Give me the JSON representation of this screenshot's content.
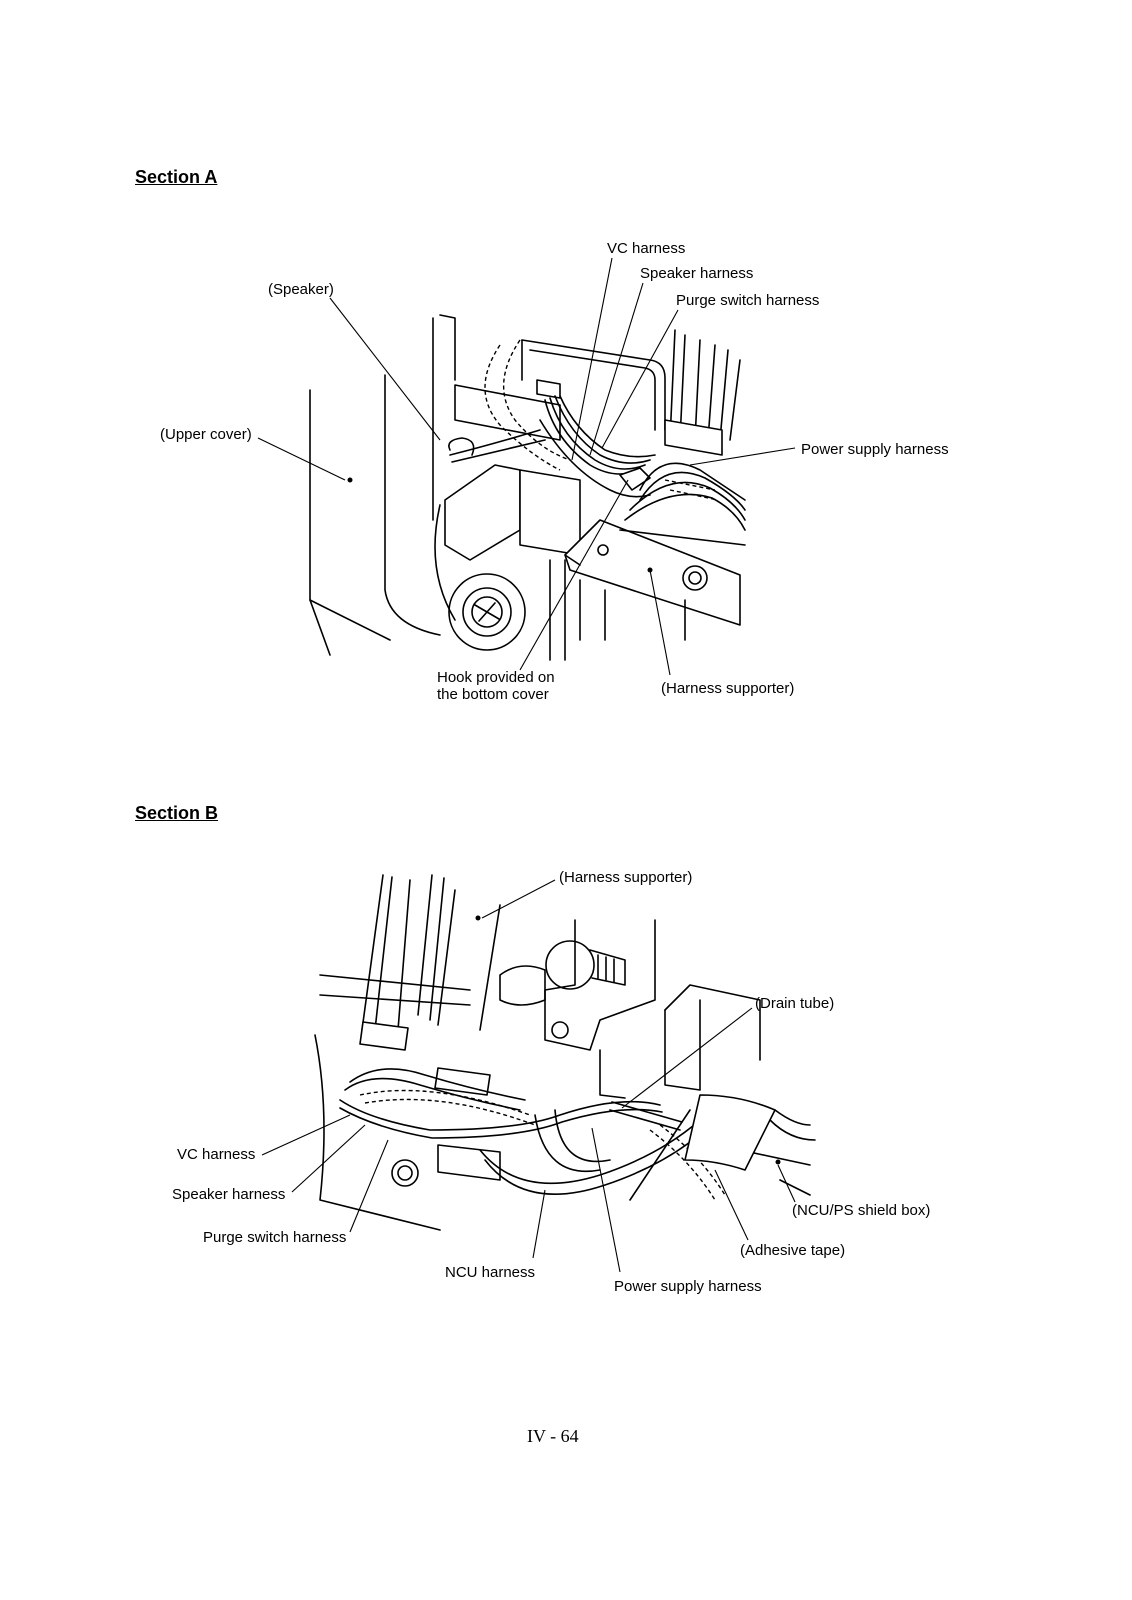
{
  "section_a": {
    "heading": "Section A",
    "callouts": {
      "vc_harness": "VC harness",
      "speaker_harness": "Speaker harness",
      "purge_switch_harness": "Purge switch harness",
      "speaker": "(Speaker)",
      "upper_cover": "(Upper cover)",
      "power_supply_harness": "Power supply harness",
      "hook_bottom_cover": "Hook provided on the bottom cover",
      "harness_supporter": "(Harness supporter)"
    }
  },
  "section_b": {
    "heading": "Section B",
    "callouts": {
      "harness_supporter": "(Harness supporter)",
      "drain_tube": "(Drain tube)",
      "vc_harness": "VC harness",
      "speaker_harness": "Speaker harness",
      "purge_switch_harness": "Purge switch harness",
      "ncu_ps_shield_box": "(NCU/PS shield box)",
      "adhesive_tape": "(Adhesive tape)",
      "ncu_harness": "NCU harness",
      "power_supply_harness": "Power supply harness"
    }
  },
  "page_number": "IV - 64"
}
